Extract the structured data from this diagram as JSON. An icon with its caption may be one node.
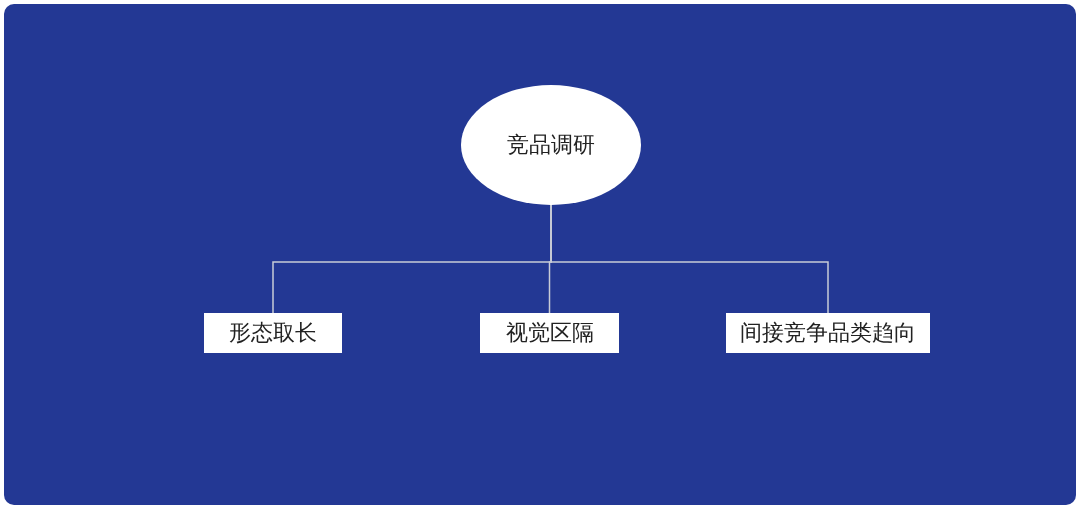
{
  "diagram": {
    "nodes": [
      {
        "text": [
          "竞品调研"
        ]
      },
      {
        "text": [
          "形态取长"
        ]
      },
      {
        "text": [
          "视觉区隔"
        ]
      },
      {
        "text": [
          "间接竞争品类趋向"
        ]
      }
    ],
    "edges": [
      {
        "from": 0,
        "to": 1,
        "arrow": "none"
      },
      {
        "from": 0,
        "to": 2,
        "arrow": "none"
      },
      {
        "from": 0,
        "to": 3,
        "arrow": "none"
      }
    ]
  }
}
